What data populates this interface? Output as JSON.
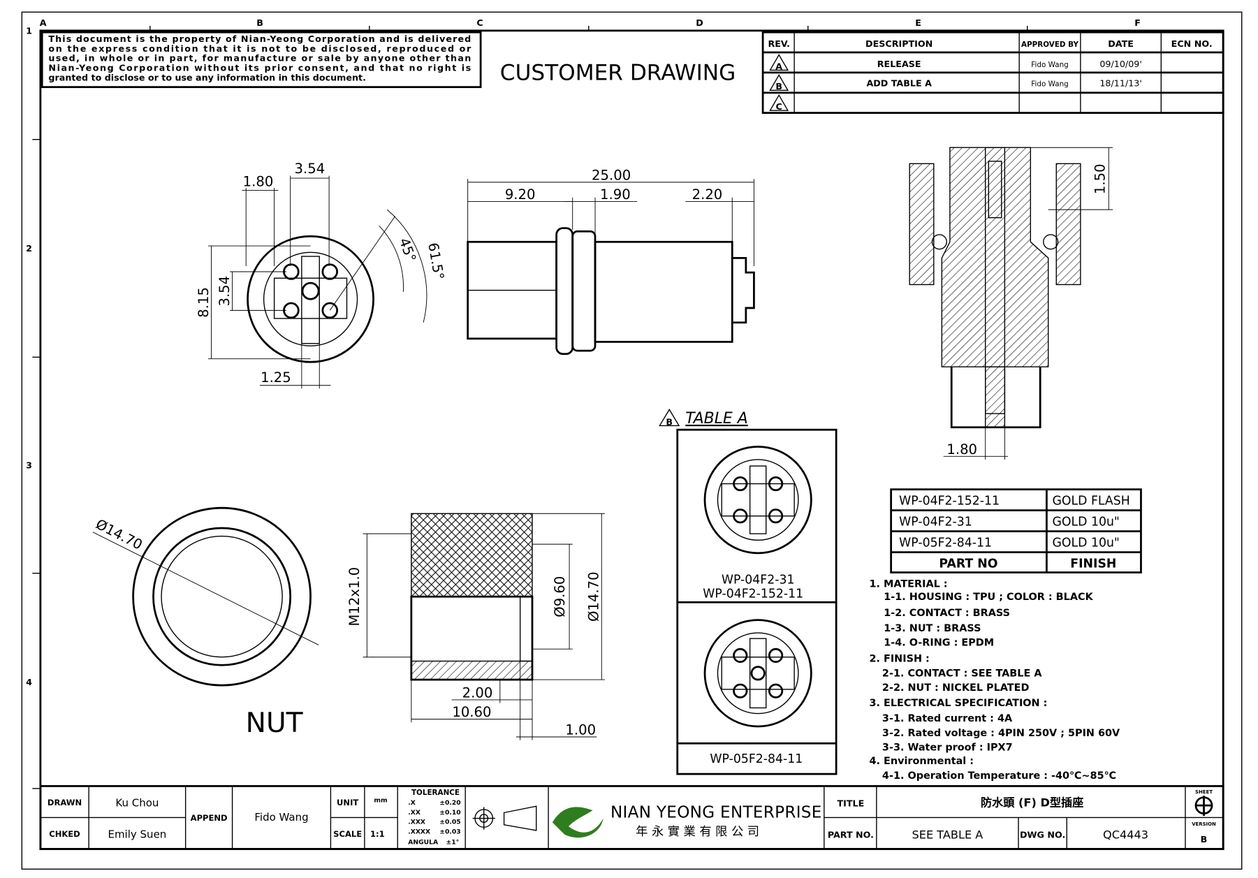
{
  "frame": {
    "zone_letters": [
      "A",
      "B",
      "C",
      "D",
      "E",
      "F"
    ],
    "zone_numbers": [
      "1",
      "2",
      "3",
      "4"
    ]
  },
  "notice": {
    "lines": [
      "This document is the property of Nian-Yeong Corporation and is delivered",
      "on  the  express condition that it is not to be disclosed, reproduced or",
      "used, in whole or in part, for manufacture or sale by anyone other than",
      "Nian-Yeong Corporation without  its prior consent, and that  no right  is",
      "granted to disclose or to use any information in this  document."
    ]
  },
  "heading": "CUSTOMER  DRAWING",
  "revision_table": {
    "headers": [
      "REV.",
      "DESCRIPTION",
      "APPROVED BY",
      "DATE",
      "ECN NO."
    ],
    "rows": [
      {
        "rev": "A",
        "description": "RELEASE",
        "approved_by": "Fido Wang",
        "date": "09/10/09'",
        "ecn": ""
      },
      {
        "rev": "B",
        "description": "ADD TABLE A",
        "approved_by": "Fido Wang",
        "date": "18/11/13'",
        "ecn": ""
      },
      {
        "rev": "C",
        "description": "",
        "approved_by": "",
        "date": "",
        "ecn": ""
      }
    ]
  },
  "front_view_dims": {
    "d1": "3.54",
    "d2": "1.80",
    "d3": "8.15",
    "d4": "3.54",
    "d5": "1.25",
    "angle1": "45°",
    "angle2": "61.5°"
  },
  "side_view_dims": {
    "overall": "25.00",
    "a": "9.20",
    "b": "1.90",
    "c": "2.20"
  },
  "section_dims": {
    "top": "1.50",
    "bottom": "1.80"
  },
  "nut_view": {
    "label": "NUT",
    "diameter": "Ø14.70"
  },
  "nut_side_dims": {
    "thread": "M12x1.0",
    "inner": "Ø9.60",
    "outer": "Ø14.70",
    "a": "2.00",
    "b": "10.60",
    "c": "1.00"
  },
  "table_a": {
    "rev_mark": "B",
    "title": "TABLE A",
    "labels_top": [
      "WP-04F2-31",
      "WP-04F2-152-11"
    ],
    "label_bottom": "WP-05F2-84-11"
  },
  "finish_table": {
    "rows": [
      {
        "part": "WP-04F2-152-11",
        "finish": "GOLD  FLASH"
      },
      {
        "part": "WP-04F2-31",
        "finish": "GOLD  10u\""
      },
      {
        "part": "WP-05F2-84-11",
        "finish": "GOLD  10u\""
      }
    ],
    "headers": {
      "part": "PART  NO",
      "finish": "FINISH"
    }
  },
  "notes": [
    {
      "text": "1.  MATERIAL  :",
      "indent": 0
    },
    {
      "text": "1-1.  HOUSING  :  TPU  ;  COLOR  :  BLACK",
      "indent": 1
    },
    {
      "text": "1-2.  CONTACT  :  BRASS",
      "indent": 1
    },
    {
      "text": "1-3.  NUT  :  BRASS",
      "indent": 1
    },
    {
      "text": "1-4.  O-RING  :  EPDM",
      "indent": 1
    },
    {
      "text": "2.  FINISH  :",
      "indent": 0
    },
    {
      "text": "2-1.  CONTACT  :  SEE  TABLE  A",
      "indent": 1
    },
    {
      "text": "2-2.  NUT  :  NICKEL  PLATED",
      "indent": 1
    },
    {
      "text": "3.  ELECTRICAL  SPECIFICATION  :",
      "indent": 0
    },
    {
      "text": "3-1.  Rated  current  :  4A",
      "indent": 1
    },
    {
      "text": "3-2.  Rated  voltage  :  4PIN  250V  ;  5PIN  60V",
      "indent": 1
    },
    {
      "text": "3-3.  Water  proof  :  IPX7",
      "indent": 1
    },
    {
      "text": "4.  Environmental  :",
      "indent": 0
    },
    {
      "text": "4-1.  Operation  Temperature  :  -40℃~85℃",
      "indent": 1
    }
  ],
  "title_block": {
    "drawn_label": "DRAWN",
    "drawn": "Ku Chou",
    "checked_label": "CHKED",
    "checked": "Emily Suen",
    "append_label": "APPEND",
    "append": "Fido Wang",
    "unit_label": "UNIT",
    "unit": "mm",
    "scale_label": "SCALE",
    "scale": "1:1",
    "tolerance_title": "TOLERANCE",
    "tolerances": [
      {
        "k": ".X",
        "v": "±0.20"
      },
      {
        "k": ".XX",
        "v": "±0.10"
      },
      {
        "k": ".XXX",
        "v": "±0.05"
      },
      {
        "k": ".XXXX",
        "v": "±0.03"
      },
      {
        "k": "ANGULA",
        "v": "±1°"
      }
    ],
    "company": "NIAN YEONG ENTERPRISE",
    "company_cn": "年 永 實 業 有 限 公 司",
    "title_label": "TITLE",
    "title": "防水頭 (F) D型插座",
    "part_label": "PART NO.",
    "part": "SEE  TABLE  A",
    "dwg_label": "DWG NO.",
    "dwg": "QC4443",
    "sheet_label": "SHEET",
    "version_label": "VERSION",
    "version": "B",
    "logo_color": "#2e7d1e"
  }
}
